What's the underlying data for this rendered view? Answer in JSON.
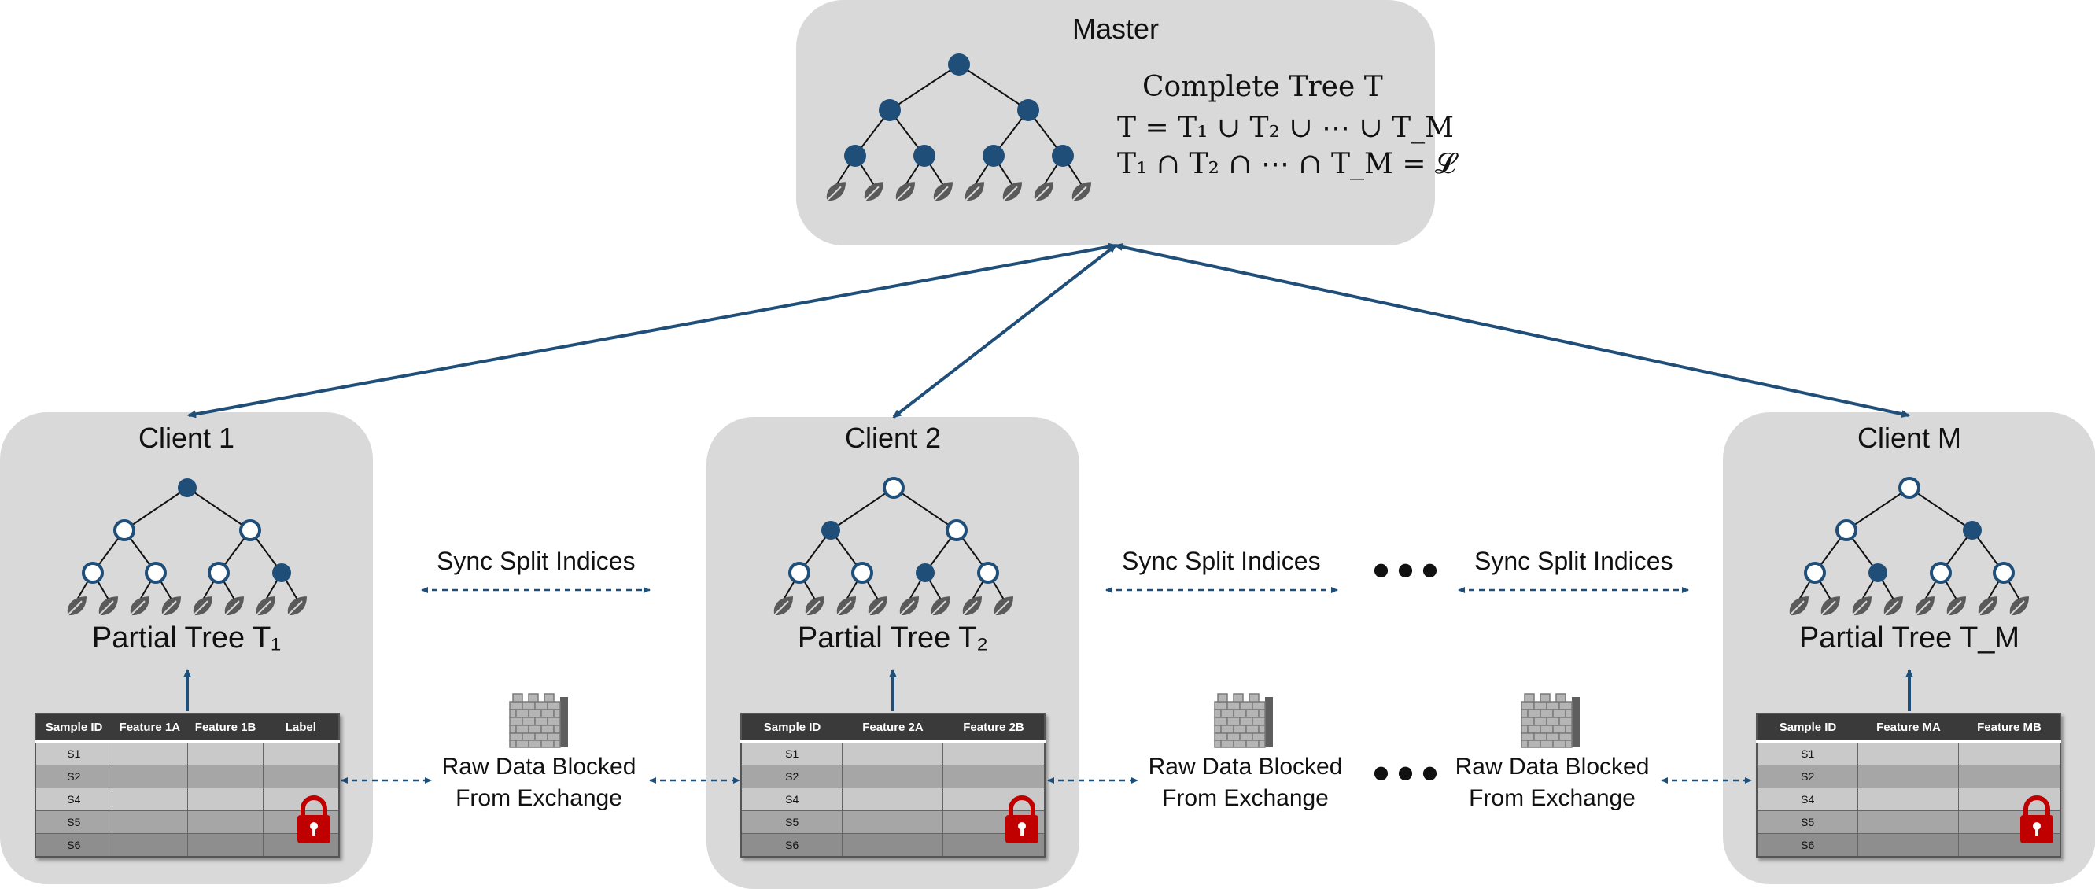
{
  "master": {
    "title": "Master",
    "heading": "Complete Tree T",
    "eq_union": "T = T₁ ∪ T₂ ∪ ⋯ ∪ T_M",
    "eq_intersect": "T₁ ∩ T₂ ∩ ⋯ ∩ T_M = 𝓛"
  },
  "clients": [
    {
      "title": "Client 1",
      "partial_tree": "Partial Tree T₁",
      "columns": [
        "Sample ID",
        "Feature 1A",
        "Feature 1B",
        "Label"
      ],
      "rows": [
        "S1",
        "S2",
        "S4",
        "S5",
        "S6"
      ]
    },
    {
      "title": "Client 2",
      "partial_tree": "Partial Tree T₂",
      "columns": [
        "Sample ID",
        "Feature 2A",
        "Feature 2B"
      ],
      "rows": [
        "S1",
        "S2",
        "S4",
        "S5",
        "S6"
      ]
    },
    {
      "title": "Client M",
      "partial_tree": "Partial Tree T_M",
      "columns": [
        "Sample ID",
        "Feature MA",
        "Feature MB"
      ],
      "rows": [
        "S1",
        "S2",
        "S4",
        "S5",
        "S6"
      ]
    }
  ],
  "sync_label": "Sync Split Indices",
  "blocked_line1": "Raw Data Blocked",
  "blocked_line2": "From Exchange",
  "ellipsis": "•••",
  "colors": {
    "node": "#1f4e79",
    "arrow": "#1f4e79",
    "panel": "#d9d9d9",
    "lock": "#c00000"
  }
}
